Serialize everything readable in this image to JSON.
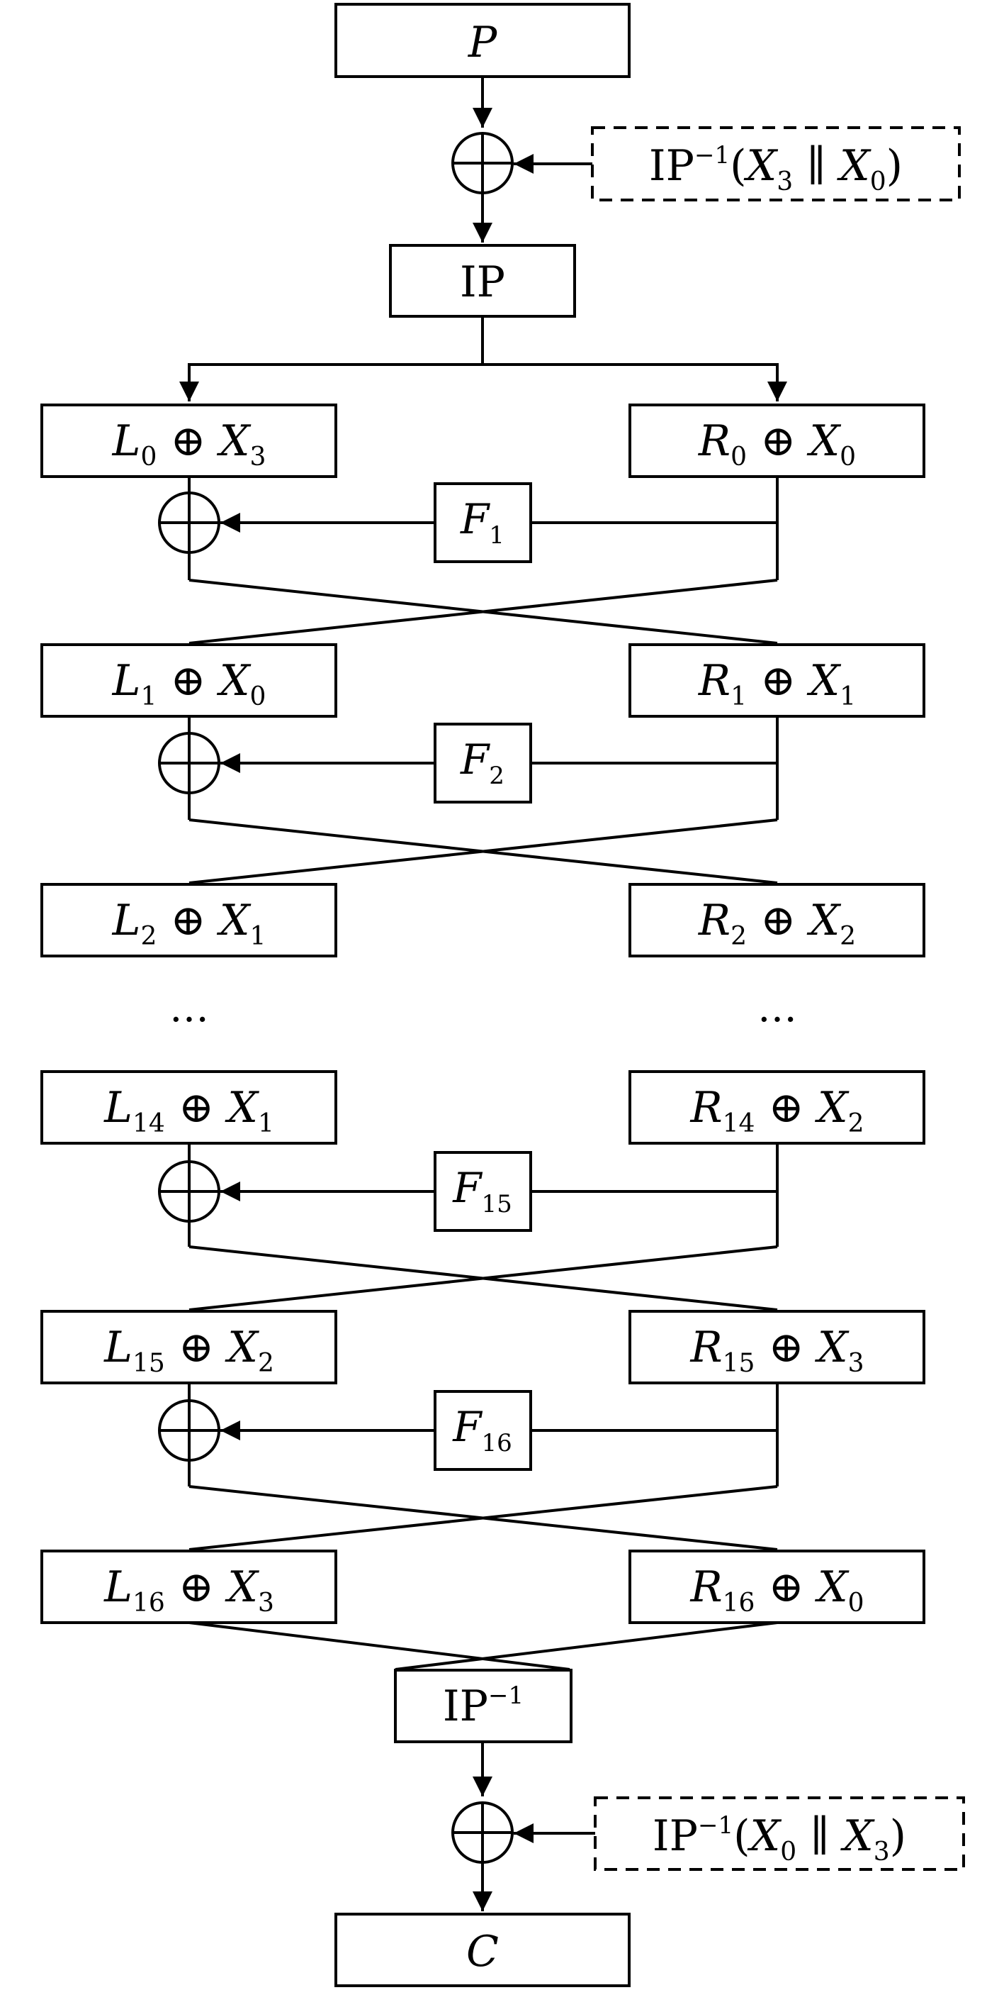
{
  "colors": {
    "stroke": "#000000",
    "background": "#ffffff"
  },
  "input": {
    "var": "P"
  },
  "output": {
    "var": "C"
  },
  "whitening_in": {
    "pre": "IP",
    "sup": "−1",
    "open": "(",
    "a": "X",
    "a_sub": "3",
    "sep": " ∥ ",
    "b": "X",
    "b_sub": "0",
    "close": ")"
  },
  "whitening_out": {
    "pre": "IP",
    "sup": "−1",
    "open": "(",
    "a": "X",
    "a_sub": "0",
    "sep": " ∥ ",
    "b": "X",
    "b_sub": "3",
    "close": ")"
  },
  "ip": {
    "label": "IP"
  },
  "ip_inv": {
    "label": "IP",
    "sup": "−1"
  },
  "ellipsis": "…",
  "xor_symbol": "⊕",
  "rows": [
    {
      "l_var": "L",
      "l_sub": "0",
      "l_key": "X",
      "l_key_sub": "3",
      "r_var": "R",
      "r_sub": "0",
      "r_key": "X",
      "r_key_sub": "0"
    },
    {
      "l_var": "L",
      "l_sub": "1",
      "l_key": "X",
      "l_key_sub": "0",
      "r_var": "R",
      "r_sub": "1",
      "r_key": "X",
      "r_key_sub": "1"
    },
    {
      "l_var": "L",
      "l_sub": "2",
      "l_key": "X",
      "l_key_sub": "1",
      "r_var": "R",
      "r_sub": "2",
      "r_key": "X",
      "r_key_sub": "2"
    },
    {
      "l_var": "L",
      "l_sub": "14",
      "l_key": "X",
      "l_key_sub": "1",
      "r_var": "R",
      "r_sub": "14",
      "r_key": "X",
      "r_key_sub": "2"
    },
    {
      "l_var": "L",
      "l_sub": "15",
      "l_key": "X",
      "l_key_sub": "2",
      "r_var": "R",
      "r_sub": "15",
      "r_key": "X",
      "r_key_sub": "3"
    },
    {
      "l_var": "L",
      "l_sub": "16",
      "l_key": "X",
      "l_key_sub": "3",
      "r_var": "R",
      "r_sub": "16",
      "r_key": "X",
      "r_key_sub": "0"
    }
  ],
  "rounds": [
    {
      "var": "F",
      "sub": "1"
    },
    {
      "var": "F",
      "sub": "2"
    },
    {
      "var": "F",
      "sub": "15"
    },
    {
      "var": "F",
      "sub": "16"
    }
  ]
}
